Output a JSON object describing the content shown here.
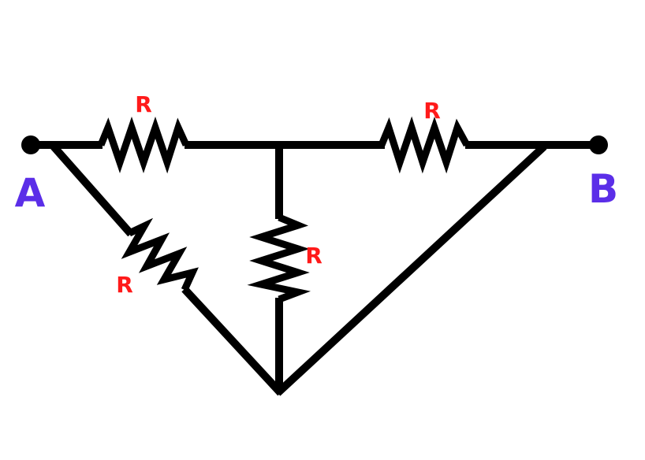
{
  "diagram": {
    "type": "circuit",
    "nodes": [
      {
        "id": "A",
        "label": "A"
      },
      {
        "id": "B",
        "label": "B"
      }
    ],
    "resistors": [
      {
        "id": "r-top-left",
        "label": "R",
        "between": [
          "A",
          "top-junction"
        ]
      },
      {
        "id": "r-top-right",
        "label": "R",
        "between": [
          "top-junction",
          "B"
        ]
      },
      {
        "id": "r-middle-vertical",
        "label": "R",
        "between": [
          "top-junction",
          "bottom-junction"
        ]
      },
      {
        "id": "r-left-diagonal",
        "label": "R",
        "between": [
          "A",
          "bottom-junction"
        ]
      }
    ],
    "wires": [
      {
        "id": "wire-right-diagonal",
        "between": [
          "B",
          "bottom-junction"
        ]
      }
    ],
    "colors": {
      "wire": "#000000",
      "resistor_label": "#ff1a1a",
      "node_label": "#5b2ee8"
    }
  }
}
